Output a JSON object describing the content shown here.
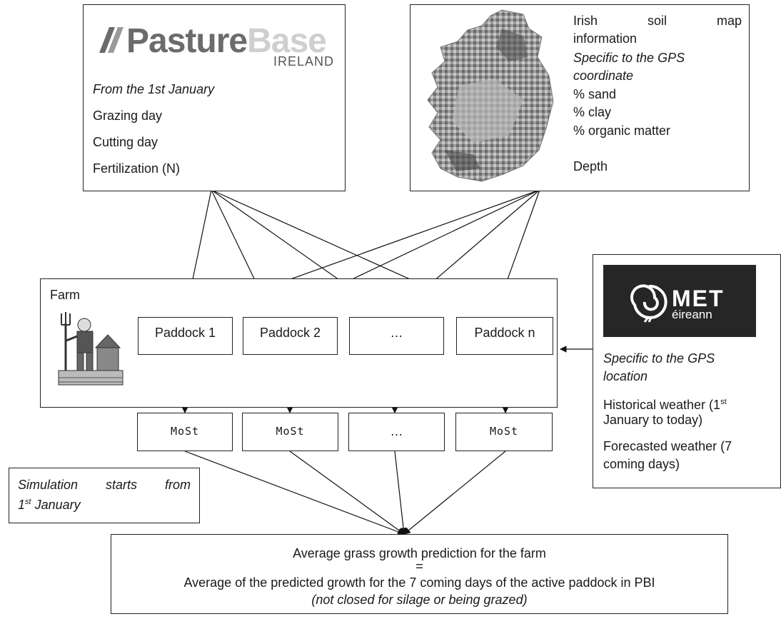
{
  "pasturebase": {
    "logo_main": "Pasture",
    "logo_accent": "Base",
    "logo_sub": "IRELAND",
    "heading": "From the 1st January",
    "items": [
      "Grazing day",
      "Cutting day",
      "Fertilization (N)"
    ]
  },
  "soil": {
    "title_line1_words": [
      "Irish",
      "soil",
      "map"
    ],
    "title_line2": "information",
    "subtitle_line1": "Specific to the GPS",
    "subtitle_line2": "coordinate",
    "items": [
      "% sand",
      "% clay",
      "% organic matter"
    ],
    "depth": "Depth"
  },
  "farm": {
    "label": "Farm",
    "paddocks": [
      "Paddock 1",
      "Paddock 2",
      "…",
      "Paddock n"
    ],
    "models": [
      "MoSt",
      "MoSt",
      "…",
      "MoSt"
    ]
  },
  "met": {
    "logo_main": "MET",
    "logo_sub": "éireann",
    "subtitle_line1": "Specific to the GPS",
    "subtitle_line2": "location",
    "hist_line1": "Historical weather (1",
    "hist_sup": "st",
    "hist_line2": "January to today)",
    "fore_line1": "Forecasted weather (7",
    "fore_line2": "coming days)"
  },
  "simulation": {
    "words": [
      "Simulation",
      "starts",
      "from"
    ],
    "line2_num": "1",
    "line2_sup": "st",
    "line2_rest": " January"
  },
  "result": {
    "line1": "Average grass growth prediction for the farm",
    "line2": "=",
    "line3": "Average of the predicted growth for the 7 coming days of the active paddock in PBI",
    "line4": "(not closed for silage or being grazed)"
  }
}
